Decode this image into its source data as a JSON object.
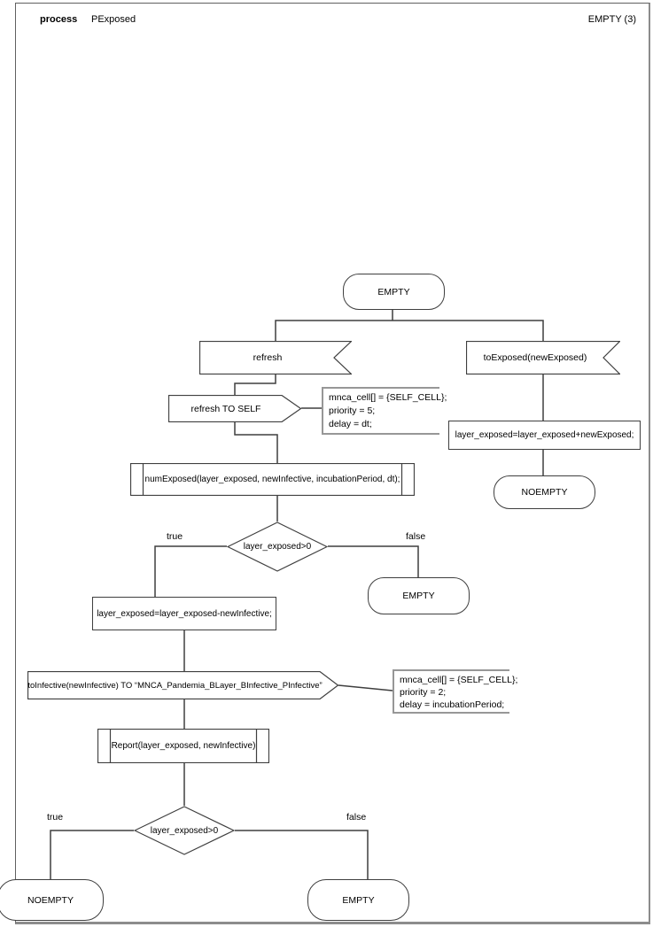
{
  "header": {
    "kind_label": "process",
    "process_name": "PExposed",
    "corner_ref": "EMPTY (3)"
  },
  "colors": {
    "line": "#3f3f3f",
    "note_border": "#979797",
    "fill": "#ffffff",
    "text": "#000000"
  },
  "nodes": {
    "start_state": "EMPTY",
    "receive_refresh": "refresh",
    "receive_to_exposed": "toExposed(newExposed)",
    "send_refresh_self": "refresh TO SELF",
    "note_refresh": {
      "line1": "mnca_cell[] = {SELF_CELL};",
      "line2": "priority = 5;",
      "line3": "delay = dt;"
    },
    "assign_add": "layer_exposed=layer_exposed+newExposed;",
    "state_noempty_right": "NOEMPTY",
    "proc_num_exposed": "numExposed(layer_exposed, newInfective, incubationPeriod, dt);",
    "decision1": {
      "condition": "layer_exposed>0",
      "true_label": "true",
      "false_label": "false"
    },
    "state_empty_mid": "EMPTY",
    "assign_sub": "layer_exposed=layer_exposed-newInfective;",
    "send_to_infective": "toInfective(newInfective) TO “MNCA_Pandemia_BLayer_BInfective_PInfective”",
    "note_infective": {
      "line1": "mnca_cell[] = {SELF_CELL};",
      "line2": "priority = 2;",
      "line3": "delay = incubationPeriod;"
    },
    "proc_report": "Report(layer_exposed, newInfective)",
    "decision2": {
      "condition": "layer_exposed>0",
      "true_label": "true",
      "false_label": "false"
    },
    "state_noempty_bottom": "NOEMPTY",
    "state_empty_bottom": "EMPTY"
  }
}
